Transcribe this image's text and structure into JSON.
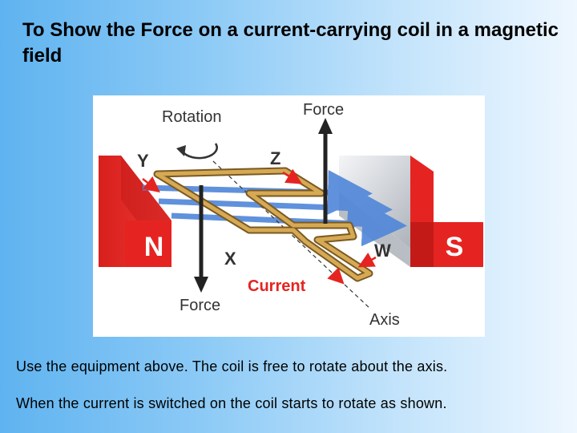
{
  "slide": {
    "title": "To Show the Force on a current-carrying coil in a magnetic field",
    "paragraphs": [
      "Use the equipment above. The coil is free to rotate about the axis.",
      "When the current is switched on the coil starts to rotate as shown."
    ]
  },
  "diagram": {
    "labels": {
      "rotation": "Rotation",
      "force_top": "Force",
      "force_bottom": "Force",
      "y": "Y",
      "z": "Z",
      "x": "X",
      "w": "W",
      "north": "N",
      "south": "S",
      "current": "Current",
      "axis": "Axis"
    },
    "colors": {
      "magnet_red": "#e52421",
      "magnet_steel": "#c9ccd1",
      "field_blue": "#4f86d9",
      "coil": "#c89a4a",
      "current_label": "#e52421"
    }
  }
}
